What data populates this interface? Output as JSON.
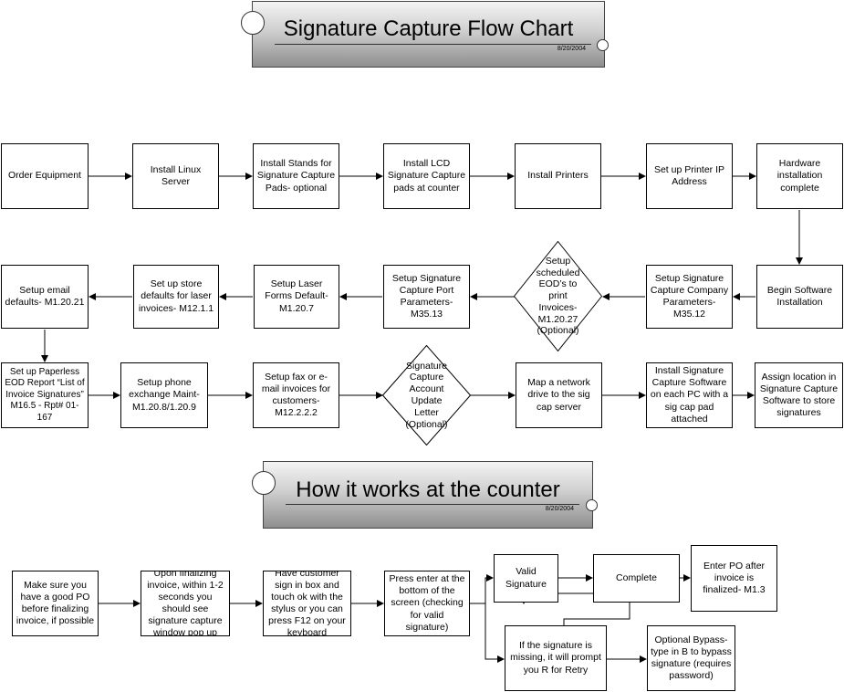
{
  "header1": {
    "title": "Signature Capture Flow Chart",
    "date": "8/20/2004"
  },
  "header2": {
    "title": "How it works at the  counter",
    "date": "8/20/2004"
  },
  "setup": {
    "order_equipment": "Order Equipment",
    "install_linux": "Install Linux Server",
    "install_stands": "Install Stands for Signature Capture Pads- optional",
    "install_lcd": "Install LCD Signature Capture pads at counter",
    "install_printers": "Install Printers",
    "printer_ip": "Set up Printer IP Address",
    "hardware_complete": "Hardware installation complete",
    "begin_software": "Begin Software Installation",
    "company_params": "Setup Signature Capture Company Parameters- M35.12",
    "scheduled_eods": "Setup scheduled EOD’s to print Invoices- M1.20.27 (Optional)",
    "port_params": "Setup Signature Capture Port Parameters- M35.13",
    "laser_forms": "Setup Laser Forms Default- M1.20.7",
    "store_defaults": "Set up store defaults for laser invoices- M12.1.1",
    "email_defaults": "Setup email defaults- M1.20.21",
    "paperless_eod": "Set up Paperless EOD Report “List of Invoice Signatures” M16.5 - Rpt# 01-167",
    "phone_exchange": "Setup phone exchange Maint- M1.20.8/1.20.9",
    "fax_email": "Setup fax or e-mail invoices for customers- M12.2.2.2",
    "account_letter": "Signature Capture Account Update Letter (Optional)",
    "map_drive": "Map a network drive to the sig cap server",
    "install_software": "Install Signature Capture Software on each PC with a sig cap pad attached",
    "assign_location": "Assign location in Signature Capture Software to store signatures"
  },
  "counter": {
    "good_po": "Make sure you have a good PO before finalizing invoice, if possible",
    "finalizing": "Upon finalizing invoice, within 1-2 seconds you should see signature capture window pop up",
    "customer_sign": "Have customer sign in box and touch ok with the stylus or you can press F12 on your keyboard",
    "press_enter": "Press enter at the bottom of the screen (checking for valid signature)",
    "valid_signature": "Valid Signature",
    "complete": "Complete",
    "enter_po": "Enter PO after invoice is finalized- M1.3",
    "missing_signature": "If the signature is missing, it will prompt you R for Retry",
    "bypass": "Optional Bypass- type in B to bypass signature (requires password)"
  }
}
